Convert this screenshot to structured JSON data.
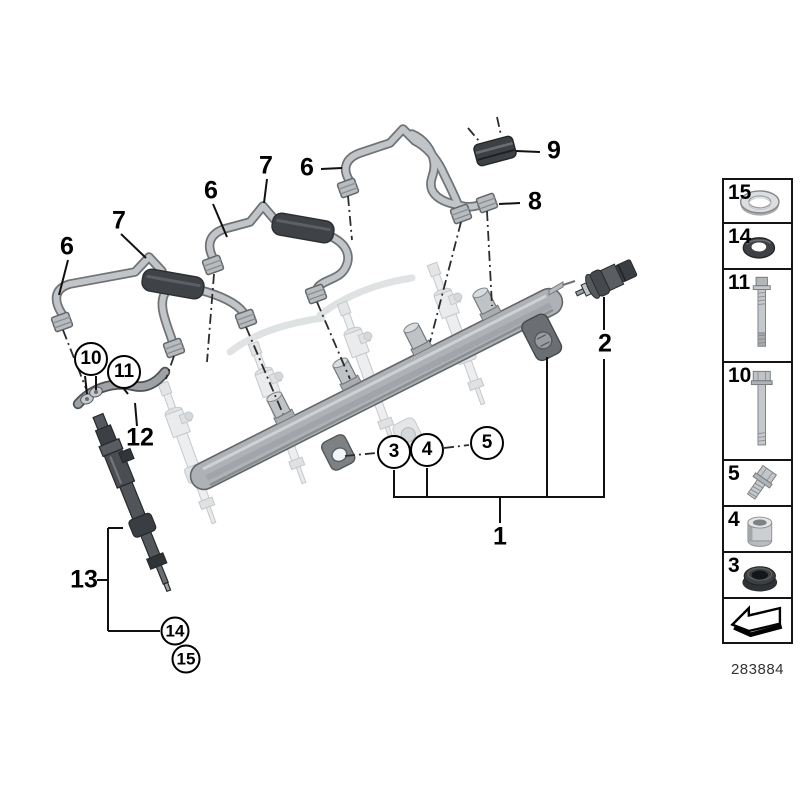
{
  "diagram": {
    "number": "283884",
    "title_hint": "High-pressure rail / injector / pipes parts diagram"
  },
  "callouts": {
    "plain": [
      {
        "id": "6-pipe1",
        "text": "6"
      },
      {
        "id": "7-pipe1",
        "text": "7"
      },
      {
        "id": "6-pipe2",
        "text": "6"
      },
      {
        "id": "7-pipe2",
        "text": "7"
      },
      {
        "id": "6-pipe3",
        "text": "6"
      },
      {
        "id": "9-clamp",
        "text": "9"
      },
      {
        "id": "8-pipe4",
        "text": "8"
      },
      {
        "id": "2-sensor",
        "text": "2"
      },
      {
        "id": "12-bracket",
        "text": "12"
      },
      {
        "id": "13-injector",
        "text": "13"
      },
      {
        "id": "1-rail",
        "text": "1"
      }
    ],
    "circled": [
      {
        "id": "10",
        "text": "10"
      },
      {
        "id": "11",
        "text": "11"
      },
      {
        "id": "3",
        "text": "3"
      },
      {
        "id": "4",
        "text": "4"
      },
      {
        "id": "5",
        "text": "5"
      },
      {
        "id": "14",
        "text": "14"
      },
      {
        "id": "15",
        "text": "15"
      }
    ]
  },
  "legend": {
    "items": [
      {
        "number": "15",
        "icon": "seal-ring-icon"
      },
      {
        "number": "14",
        "icon": "o-ring-icon"
      },
      {
        "number": "11",
        "icon": "stud-bolt-icon"
      },
      {
        "number": "10",
        "icon": "hex-bolt-icon"
      },
      {
        "number": "5",
        "icon": "screw-icon"
      },
      {
        "number": "4",
        "icon": "sleeve-icon"
      },
      {
        "number": "3",
        "icon": "grommet-icon"
      }
    ],
    "footer": {
      "arrow_icon": "direction-arrow-icon"
    }
  },
  "colors": {
    "background": "#ffffff",
    "line": "#000000",
    "part_gray": "#b7babd",
    "dark_part": "#3f4347",
    "ghost_gray": "#e9ebec"
  }
}
